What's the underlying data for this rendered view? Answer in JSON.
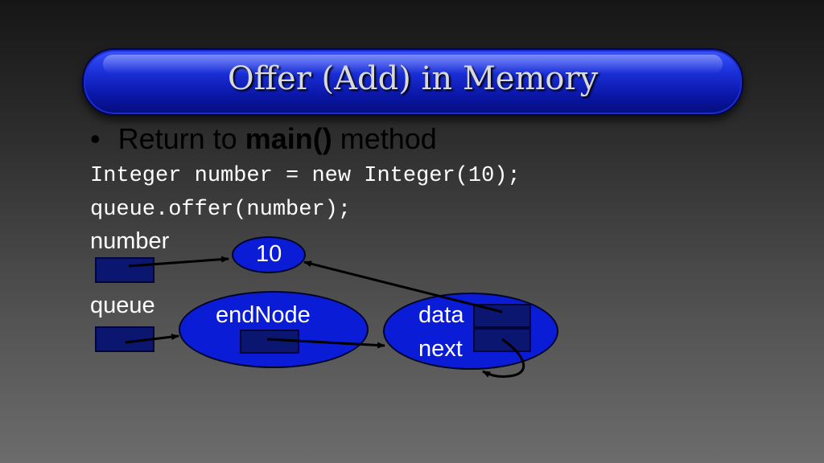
{
  "title": "Offer (Add) in Memory",
  "bullet": {
    "prefix": "Return to ",
    "bold": "main()",
    "suffix": " method"
  },
  "code": [
    "Integer number = new Integer(10);",
    "queue.offer(number);"
  ],
  "labels": {
    "number": "number",
    "queue": "queue"
  },
  "nodes": {
    "integer_value": "10",
    "end_node": "endNode",
    "data_field": "data",
    "next_field": "next"
  },
  "colors": {
    "title_bar": "#1a2fd8",
    "ellipse_fill": "#0b1cd6",
    "reference_box": "#0a1670"
  }
}
